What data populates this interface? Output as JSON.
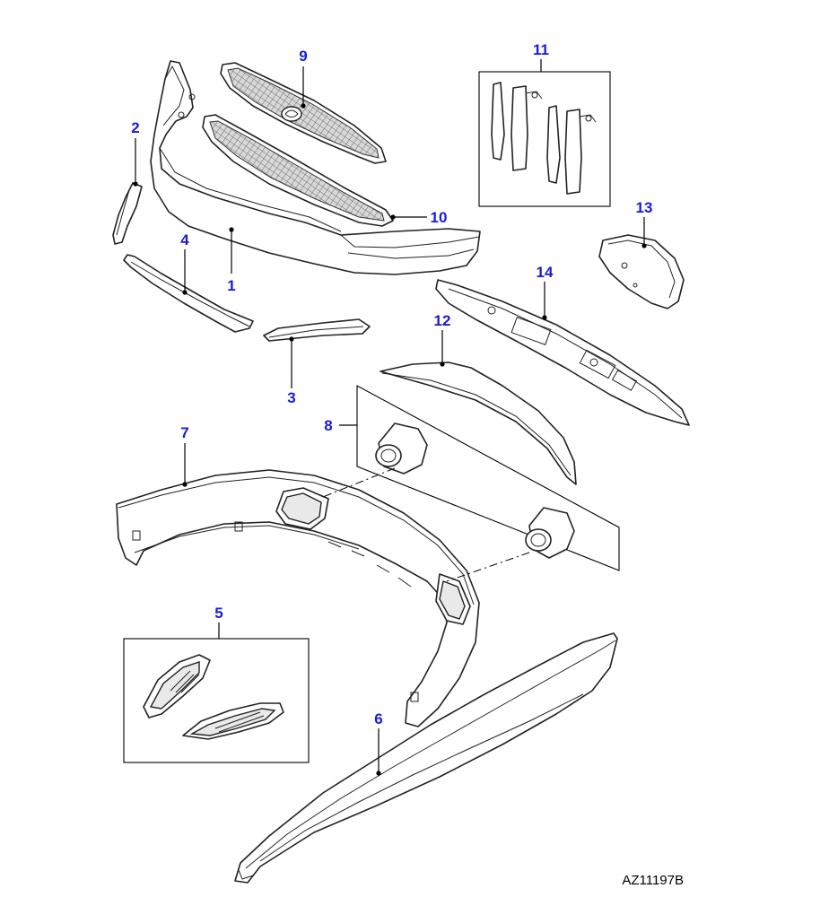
{
  "callout_color": "#1a1adb",
  "callouts": [
    {
      "id": "c1",
      "label": "1"
    },
    {
      "id": "c2",
      "label": "2"
    },
    {
      "id": "c3",
      "label": "3"
    },
    {
      "id": "c4",
      "label": "4"
    },
    {
      "id": "c5",
      "label": "5"
    },
    {
      "id": "c6",
      "label": "6"
    },
    {
      "id": "c7",
      "label": "7"
    },
    {
      "id": "c8",
      "label": "8"
    },
    {
      "id": "c9",
      "label": "9"
    },
    {
      "id": "c10",
      "label": "10"
    },
    {
      "id": "c11",
      "label": "11"
    },
    {
      "id": "c12",
      "label": "12"
    },
    {
      "id": "c13",
      "label": "13"
    },
    {
      "id": "c14",
      "label": "14"
    }
  ],
  "reference_code": "AZ11197B"
}
